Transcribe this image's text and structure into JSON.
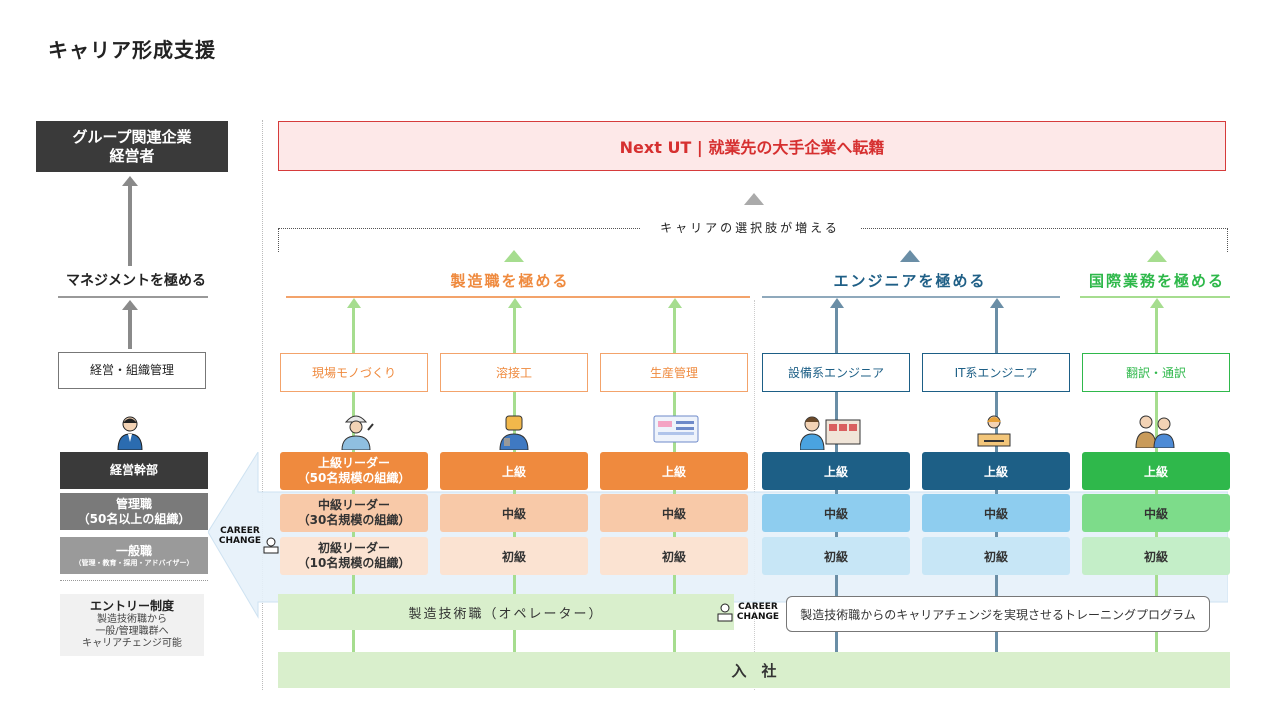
{
  "title": "キャリア形成支援",
  "left": {
    "top_box": "グループ関連企業\n経営者",
    "management_heading": "マネジメントを極める",
    "management_box": "経営・組織管理",
    "exec_box": "経営幹部",
    "manager_box": "管理職\n（50名以上の組織）",
    "general_box": "一般職",
    "general_sub": "（管理・教育・採用・アドバイザー）",
    "entry_title": "エントリー制度",
    "entry_desc": "製造技術職から\n一般/管理職群へ\nキャリアチェンジ可能"
  },
  "career_change_badge": "CAREER\nCHANGE",
  "top_banner": "Next UT | 就業先の大手企業へ転籍",
  "options_label": "キャリアの選択肢が増える",
  "tracks": [
    {
      "heading": "製造職を極める",
      "color": "#f08a3c"
    },
    {
      "heading": "エンジニアを極める",
      "color": "#1f5f86"
    },
    {
      "heading": "国際業務を極める",
      "color": "#2eb84a"
    }
  ],
  "columns": [
    {
      "category": "現場モノづくり",
      "upper": "上級リーダー\n（50名規模の組織）",
      "middle": "中級リーダー\n（30名規模の組織）",
      "lower": "初級リーダー\n（10名規模の組織）"
    },
    {
      "category": "溶接工",
      "upper": "上級",
      "middle": "中級",
      "lower": "初級"
    },
    {
      "category": "生産管理",
      "upper": "上級",
      "middle": "中級",
      "lower": "初級"
    },
    {
      "category": "設備系エンジニア",
      "upper": "上級",
      "middle": "中級",
      "lower": "初級"
    },
    {
      "category": "IT系エンジニア",
      "upper": "上級",
      "middle": "中級",
      "lower": "初級"
    },
    {
      "category": "翻訳・通訳",
      "upper": "上級",
      "middle": "中級",
      "lower": "初級"
    }
  ],
  "operator_box": "製造技術職（オペレーター）",
  "training_box": "製造技術職からのキャリアチェンジを実現させるトレーニングプログラム",
  "entry_bar": "入　社",
  "colors": {
    "orange_dark": "#ef8a3e",
    "orange_mid": "#f8c9a8",
    "orange_light": "#fbe3d2",
    "blue_dark": "#1d5f86",
    "blue_mid": "#8ecdef",
    "blue_light": "#c7e6f6",
    "green_dark": "#2fb84b",
    "green_mid": "#7ddc8a",
    "green_light": "#c4eec8",
    "banner_bg": "#fde8e8",
    "banner_border": "#d63b3b",
    "banner_text": "#d63030",
    "entry_bar": "#d9efcc"
  }
}
